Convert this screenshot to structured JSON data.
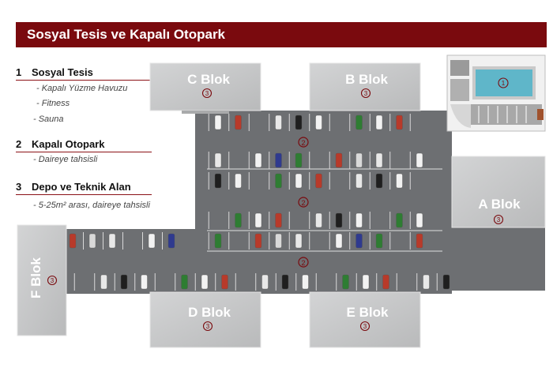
{
  "title": "Sosyal Tesis ve Kapalı Otopark",
  "legend": [
    {
      "number": "1",
      "title": "Sosyal Tesis",
      "items": [
        "- Kapalı Yüzme Havuzu",
        "- Fitness",
        "- Sauna"
      ]
    },
    {
      "number": "2",
      "title": "Kapalı Otopark",
      "items": [
        "- Daireye tahsisli"
      ]
    },
    {
      "number": "3",
      "title": "Depo ve Teknik Alan",
      "items": [
        "- 5-25m² arası, daireye tahsisli"
      ]
    }
  ],
  "blocks": {
    "c": {
      "label": "C Blok",
      "marker": "3"
    },
    "b": {
      "label": "B Blok",
      "marker": "3"
    },
    "a": {
      "label": "A Blok",
      "marker": "3"
    },
    "d": {
      "label": "D Blok",
      "marker": "3"
    },
    "e": {
      "label": "E Blok",
      "marker": "3"
    },
    "f": {
      "label": "F Blok",
      "marker": "3"
    }
  },
  "parking_markers": [
    "2",
    "2",
    "2"
  ],
  "inset_marker": "1",
  "colors": {
    "accent": "#7a0a0e",
    "parking": "#6e7073",
    "block_roof": "#c9cacb",
    "pool": "#5fb6c9"
  }
}
